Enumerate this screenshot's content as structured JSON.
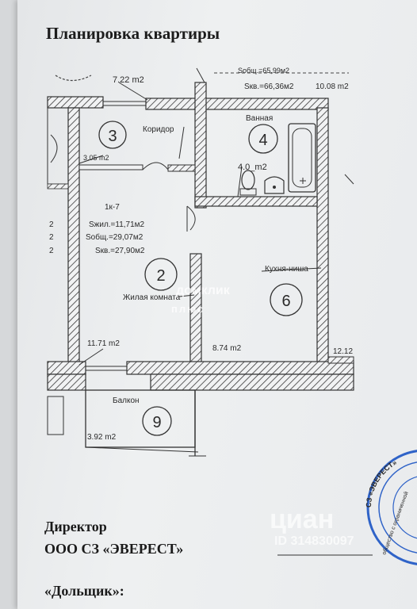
{
  "document": {
    "title": "Планировка квартиры",
    "header_area_total": "Sобщ.=65,99м2",
    "header_area_sqv": "Sкв.=66,36м2",
    "header_area_room": "10.08 m2",
    "apartment": {
      "code": "1к-7",
      "s_living": "Sжил.=11,71м2",
      "s_total": "Sобщ.=29,07м2",
      "s_kv": "Sкв.=27,90м2"
    },
    "rooms": [
      {
        "number": "3",
        "name": "Коридор",
        "area": "3.05 m2"
      },
      {
        "number": "4",
        "name": "Ванная",
        "area": "4.0_m2"
      },
      {
        "number": "2",
        "name": "Жилая комната",
        "area": "11.71 m2"
      },
      {
        "number": "6",
        "name": "Кухня-ниша",
        "area": "8.74 m2"
      },
      {
        "number": "9",
        "name": "Балкон",
        "area": "3.92 m2"
      }
    ],
    "neighbor_area_top": "7.22 m2",
    "neighbor_area_right": "12.12",
    "left_fragments": [
      "2",
      "2",
      "2"
    ],
    "signatures": {
      "director_label": "Директор",
      "company": "ООО СЗ «ЭВЕРЕСТ»",
      "shareholder_label": "«Дольщик»:"
    },
    "stamp_text": "СЗ «ЭВЕРЕСТ»",
    "stamp_ring_text": "обществo с ограниченной",
    "watermark_center_1": "домклик",
    "watermark_center_2": "плюс",
    "watermark_cian": "циан",
    "watermark_id": "ID 314830097"
  },
  "colors": {
    "paper": "#eceef0",
    "ink": "#2a2a2a",
    "hatch": "#3a3a3a",
    "stamp": "#2f63c8"
  }
}
